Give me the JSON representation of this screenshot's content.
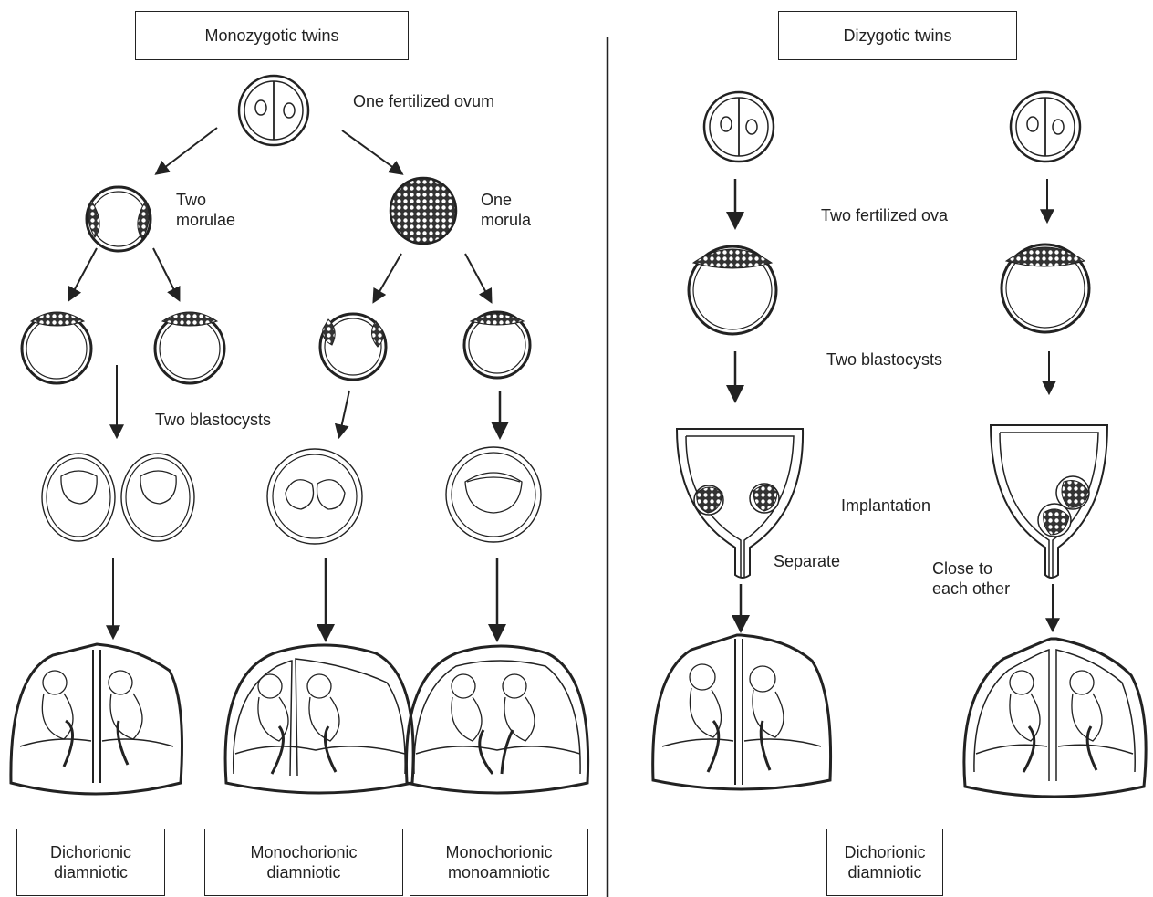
{
  "monozygotic": {
    "title": "Monozygotic twins",
    "ovum_label": "One fertilized ovum",
    "two_morulae": "Two\nmorulae",
    "one_morula": "One\nmorula",
    "two_blastocysts": "Two blastocysts",
    "outcomes": [
      "Dichorionic\ndiamniotic",
      "Monochorionic\ndiamniotic",
      "Monochorionic\nmonoamniotic"
    ]
  },
  "dizygotic": {
    "title": "Dizygotic twins",
    "two_ova": "Two fertilized ova",
    "two_blastocysts": "Two blastocysts",
    "implantation": "Implantation",
    "separate": "Separate",
    "close": "Close to\neach other",
    "outcome": "Dichorionic\ndiamniotic"
  }
}
